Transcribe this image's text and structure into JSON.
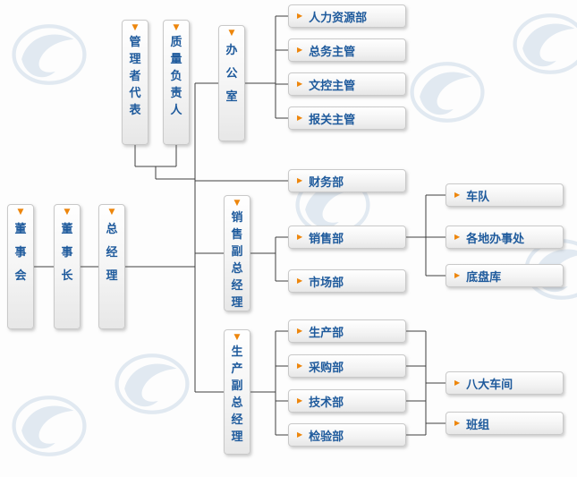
{
  "icons": {
    "arrow_down": "▼",
    "arrow_right": "▶",
    "watermark": "company-logo-swirl"
  },
  "colors": {
    "node_text": "#1e5a9c",
    "arrow": "#ed860c",
    "connector": "#3f3f3f",
    "node_border": "#c9c9c9",
    "node_fill_top": "#ffffff",
    "node_fill_bottom": "#e7e7e7",
    "watermark": "#b6cbdf",
    "background": "#fdfdfd"
  },
  "org_chart": {
    "type": "org-chart",
    "nodes": {
      "board_of_directors": "董事会",
      "chairman": "董事长",
      "general_manager": "总经理",
      "management_representative": "管理者代表",
      "quality_manager": "质量负责人",
      "office": "办公室",
      "hr_department": "人力资源部",
      "general_affairs_supervisor": "总务主管",
      "document_control_supervisor": "文控主管",
      "customs_supervisor": "报关主管",
      "finance_department": "财务部",
      "sales_vice_gm": "销售副总经理",
      "sales_department": "销售部",
      "marketing_department": "市场部",
      "fleet": "车队",
      "regional_offices": "各地办事处",
      "chassis_warehouse": "底盘库",
      "production_vice_gm": "生产副总经理",
      "production_department": "生产部",
      "purchasing_department": "采购部",
      "technology_department": "技术部",
      "inspection_department": "检验部",
      "eight_workshops": "八大车间",
      "work_teams": "班组"
    },
    "edges": [
      [
        "board_of_directors",
        "chairman"
      ],
      [
        "chairman",
        "general_manager"
      ],
      [
        "general_manager",
        "management_representative"
      ],
      [
        "general_manager",
        "quality_manager"
      ],
      [
        "general_manager",
        "office"
      ],
      [
        "general_manager",
        "finance_department"
      ],
      [
        "general_manager",
        "sales_vice_gm"
      ],
      [
        "general_manager",
        "production_vice_gm"
      ],
      [
        "office",
        "hr_department"
      ],
      [
        "office",
        "general_affairs_supervisor"
      ],
      [
        "office",
        "document_control_supervisor"
      ],
      [
        "office",
        "customs_supervisor"
      ],
      [
        "sales_vice_gm",
        "sales_department"
      ],
      [
        "sales_vice_gm",
        "marketing_department"
      ],
      [
        "sales_department",
        "fleet"
      ],
      [
        "sales_department",
        "regional_offices"
      ],
      [
        "sales_department",
        "chassis_warehouse"
      ],
      [
        "production_vice_gm",
        "production_department"
      ],
      [
        "production_vice_gm",
        "purchasing_department"
      ],
      [
        "production_vice_gm",
        "technology_department"
      ],
      [
        "production_vice_gm",
        "inspection_department"
      ],
      [
        "production_departments_group",
        "eight_workshops"
      ],
      [
        "production_departments_group",
        "work_teams"
      ]
    ],
    "production_departments_group": [
      "production_department",
      "purchasing_department",
      "technology_department",
      "inspection_department"
    ]
  }
}
